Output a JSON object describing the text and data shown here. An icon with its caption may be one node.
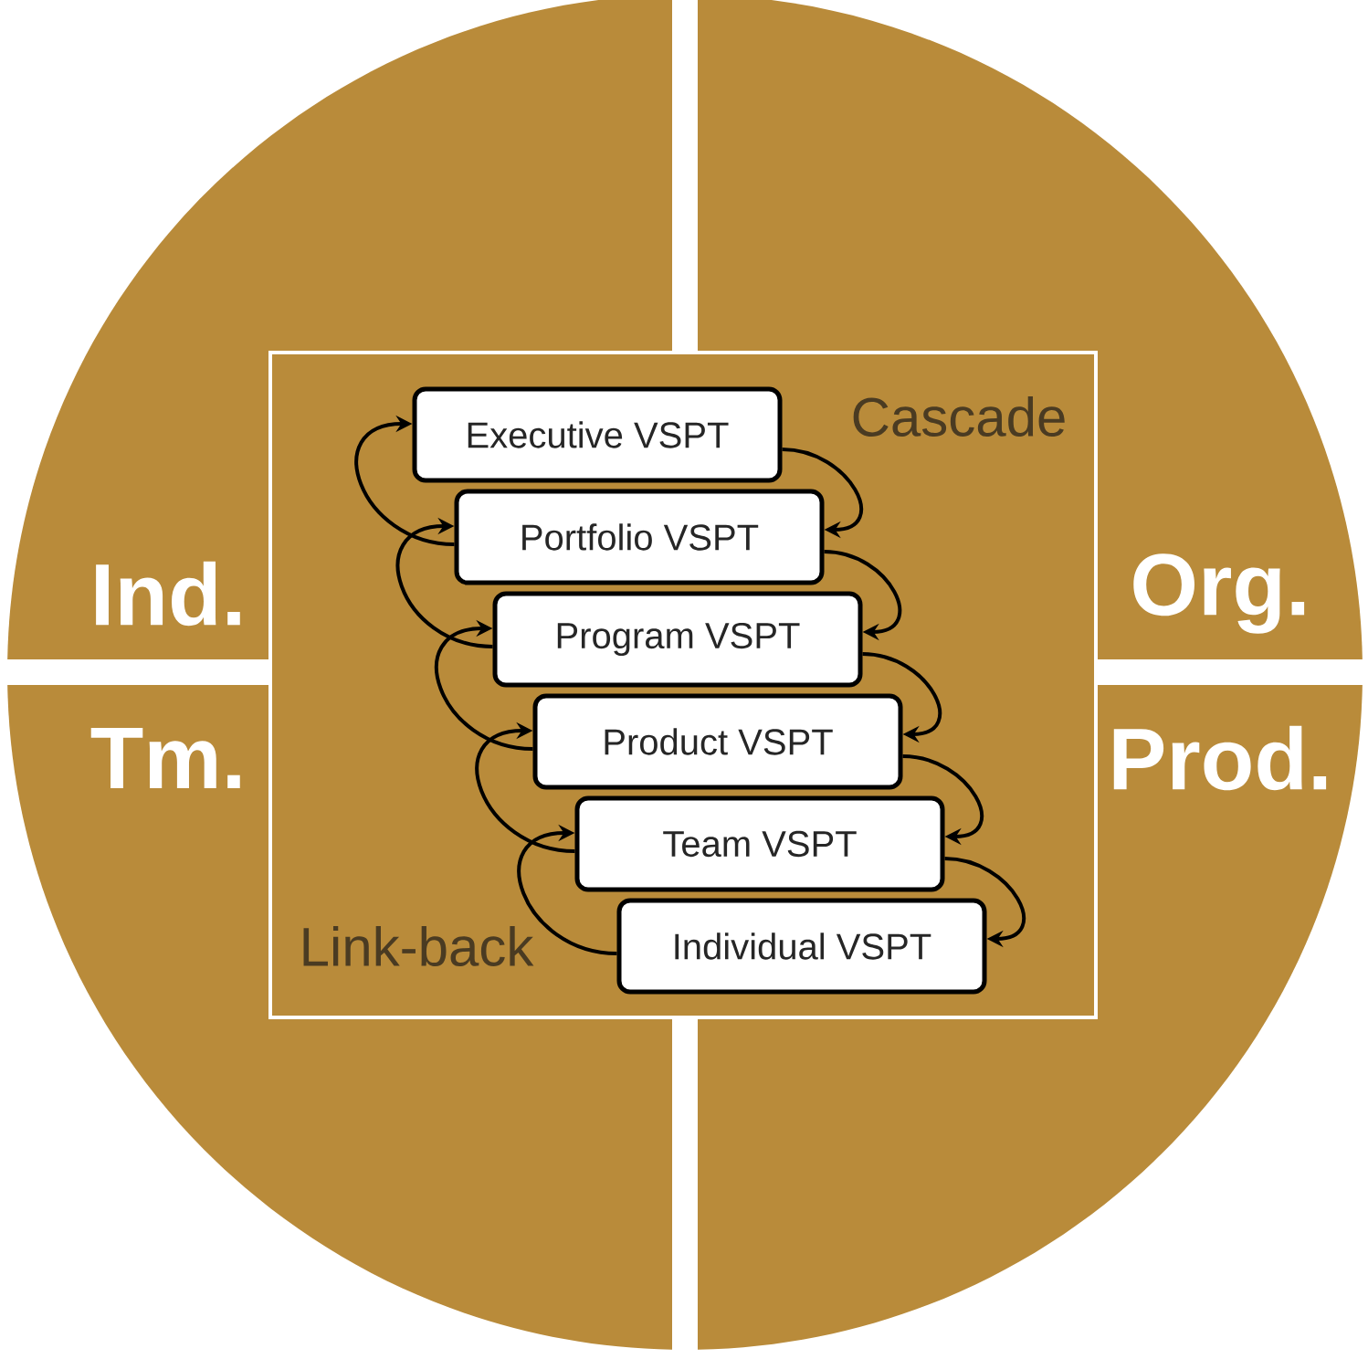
{
  "diagram": {
    "nodes": [
      {
        "text": [
          "Cascade",
          "Link-back"
        ]
      },
      {
        "text": [
          "Executive VSPT"
        ],
        "in": 0
      },
      {
        "text": [
          "Portfolio VSPT"
        ],
        "in": 0
      },
      {
        "text": [
          "Program VSPT"
        ],
        "in": 0
      },
      {
        "text": [
          "Product VSPT"
        ],
        "in": 0
      },
      {
        "text": [
          "Team VSPT"
        ],
        "in": 0
      },
      {
        "text": [
          "Individual VSPT"
        ],
        "in": 0
      }
    ],
    "edges": [
      {
        "from": 1,
        "to": 2,
        "arrow": "to"
      },
      {
        "from": 2,
        "to": 3,
        "arrow": "to"
      },
      {
        "from": 3,
        "to": 4,
        "arrow": "to"
      },
      {
        "from": 4,
        "to": 5,
        "arrow": "to"
      },
      {
        "from": 5,
        "to": 6,
        "arrow": "to"
      },
      {
        "from": 2,
        "to": 1,
        "arrow": "to"
      },
      {
        "from": 3,
        "to": 2,
        "arrow": "to"
      },
      {
        "from": 4,
        "to": 3,
        "arrow": "to"
      },
      {
        "from": 5,
        "to": 4,
        "arrow": "to"
      },
      {
        "from": 6,
        "to": 5,
        "arrow": "to"
      }
    ],
    "labels": [
      "Ind.",
      "Org.",
      "Tm.",
      "Prod."
    ]
  }
}
